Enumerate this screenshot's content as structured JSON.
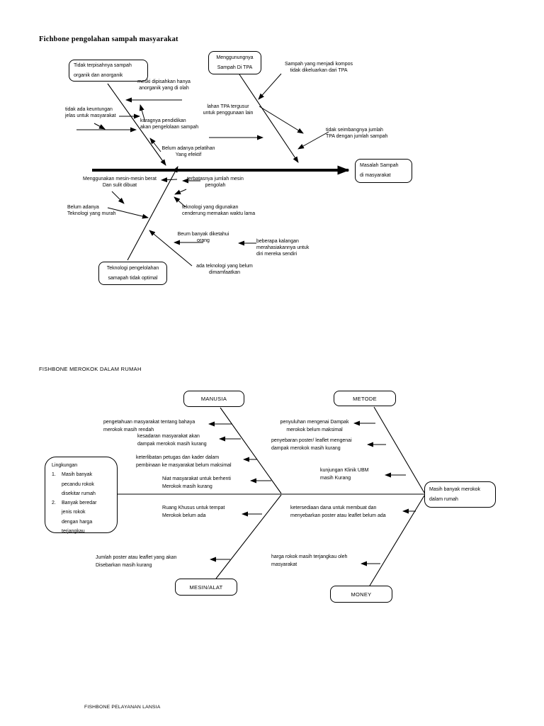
{
  "diagram1": {
    "title": "Fichbone pengolahan sampah masyarakat",
    "boxes": {
      "tidak_terpisah": "Tidak terpisahnya sampah\norganik dan anorganik",
      "menggunung": "Menggunungnya\nSampah Di TPA",
      "head": "Masalah Sampah\ndi masyarakat",
      "teknologi_optimal": "Teknologi pengelolahan\nsamapah tidak optimal"
    },
    "labels": {
      "meski": "meski dipisahkan hanya\nanorganik yang di olah",
      "keuntungan": "tidak ada keuntungan\njelas untuk masyarakat",
      "lahan": "lahan TPA tergusur\nuntuk penggunaan lain",
      "kompos": "Sampah yang menjadi kompos\ntidak dikeluarkan dari TPA",
      "pendidikan": "kuragnya pendidikan\nakan pengelolaan sampah",
      "seimbang": "tidak seimbangnya jumlah\nTPA dengan jumlah sampah",
      "pelatihan": "Belum adanya pelatihan\nYang efektif",
      "mesin_berat": "Menggunakan mesin-mesin berat\nDan sulit dibuat",
      "jumlah_mesin": "terbatasnya jumlah mesin\npengolah",
      "teknologi_murah": "Belum adanya\nTeknologi yang murah",
      "waktu_lama": "teknologi yang digunakan\ncenderung memakan waktu lama",
      "diketahui": "Beum banyak diketahui\norang",
      "kalangan": "beberapa kalangan\nmerahasiakannya untuk\ndiri mereka sendiri",
      "dimanfaatkan": "ada teknologi yang belum\ndimamfaatkan"
    }
  },
  "diagram2": {
    "title": "FISHBONE MEROKOK DALAM RUMAH",
    "categories": {
      "manusia": "MANUSIA",
      "metode": "METODE",
      "mesin_alat": "MESIN/ALAT",
      "money": "MONEY"
    },
    "head": "Masih banyak merokok\ndalam rumah",
    "environment_box": {
      "heading": "Lingkungan",
      "items": [
        {
          "num": "1.",
          "text": "Masih banyak\npecandu rokok\ndisekitar rumah"
        },
        {
          "num": "2.",
          "text": "Banyak beredar\njenis rokok\ndengan harga\nterjangkau"
        }
      ]
    },
    "labels": {
      "pengetahuan": "pengetahuan masyarakat tentang bahaya\nmerokok masih rendah",
      "kesadaran": "kesadaran masyarakat akan\ndampak merokok masih kurang",
      "keterlibatan": "keterlibatan petugas dan kader dalam\npembinaan ke masyarakat belum maksimal",
      "niat": "Niat masyarakat untuk berhenti\nMerokok masih kurang",
      "ruang": "Ruang Khusus untuk tempat\nMerokok belum ada",
      "jumlah_poster": "Jumlah poster atau leaflet yang akan\nDisebarkan masih kurang",
      "penyuluhan": "penyuluhan mengenai Dampak\nmerokok belum maksimal",
      "penyebaran": "penyebaran poster/ leaflet mengenai\ndampak merokok masih kurang",
      "kunjungan": "kunjungan Klinik UBM\nmasih Kurang",
      "dana": "ketersediaan dana untuk membuat dan\nmenyebarkan poster atau leaflet belum ada",
      "harga": "harga rokok masih terjangkau oleh\nmasyarakat"
    }
  },
  "footer": "FISHBONE PELAYANAN LANSIA",
  "colors": {
    "ink": "#000000",
    "paper": "#ffffff"
  }
}
